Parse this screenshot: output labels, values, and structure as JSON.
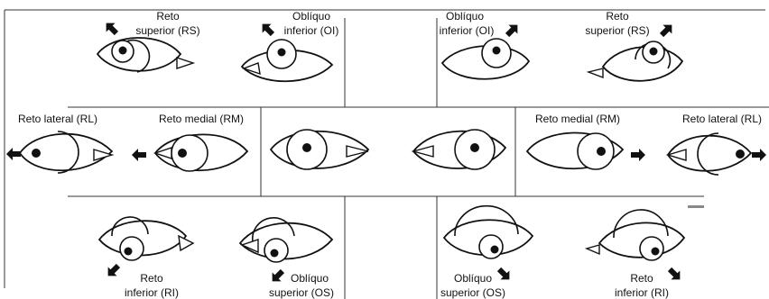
{
  "colors": {
    "ink": "#111111",
    "background": "#ffffff"
  },
  "labels": {
    "rs_right_eye": {
      "l1": "Reto",
      "l2": "superior (RS)"
    },
    "oi_right_eye": {
      "l1": "Oblíquo",
      "l2": "inferior (OI)"
    },
    "oi_left_eye": {
      "l1": "Oblíquo",
      "l2": "inferior (OI)"
    },
    "rs_left_eye": {
      "l1": "Reto",
      "l2": "superior (RS)"
    },
    "rl_right_eye": "Reto lateral (RL)",
    "rm_right_eye": "Reto medial (RM)",
    "rm_left_eye": "Reto medial (RM)",
    "rl_left_eye": "Reto lateral (RL)",
    "ri_right_eye": {
      "l1": "Reto",
      "l2": "inferior (RI)"
    },
    "os_right_eye": {
      "l1": "Oblíquo",
      "l2": "superior (OS)"
    },
    "os_left_eye": {
      "l1": "Oblíquo",
      "l2": "superior (OS)"
    },
    "ri_left_eye": {
      "l1": "Reto",
      "l2": "inferior (RI)"
    }
  },
  "gaze_directions": {
    "rs_right_eye": "up-left",
    "oi_right_eye": "up-left",
    "oi_left_eye": "up-right",
    "rs_left_eye": "up-right",
    "rl_right_eye": "left",
    "rm_right_eye": "left",
    "rm_left_eye": "right",
    "rl_left_eye": "right",
    "ri_right_eye": "down-left",
    "os_right_eye": "down-left",
    "os_left_eye": "down-right",
    "ri_left_eye": "down-right"
  },
  "icons": {
    "arrows": "arrow-icon",
    "eyes": "eye-icon"
  }
}
